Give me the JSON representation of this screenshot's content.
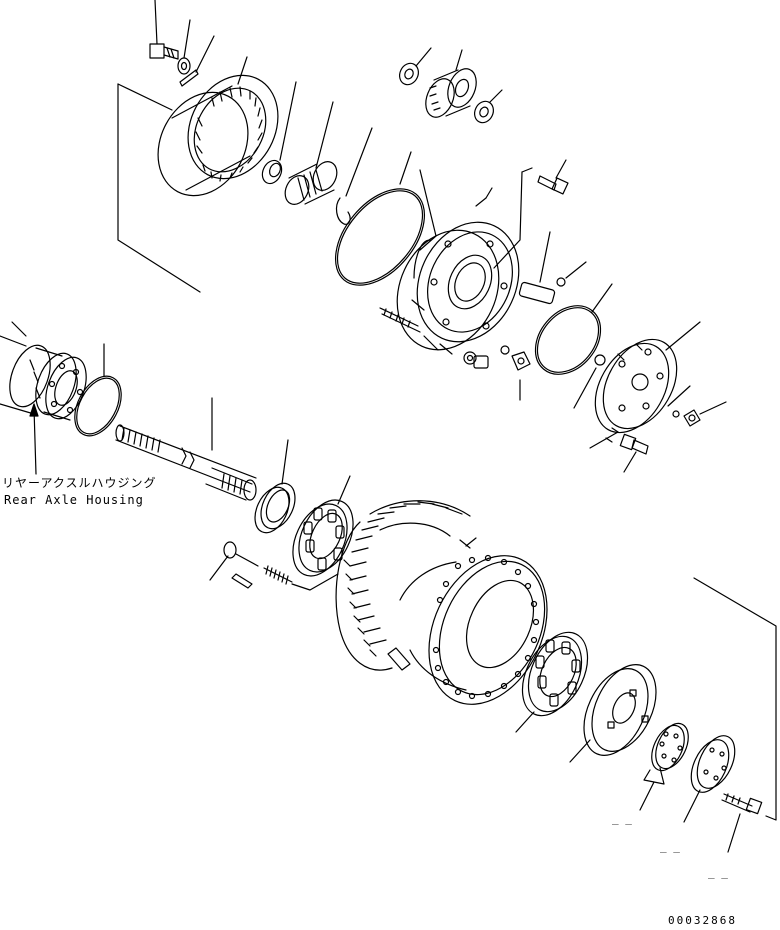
{
  "diagram": {
    "housing_label_jp": "リヤーアクスルハウジング",
    "housing_label_en": "Rear Axle Housing",
    "drawing_number": "00032868",
    "dash_marks": [
      "_ _",
      "_ _",
      "_ _"
    ]
  },
  "colors": {
    "ink": "#000000",
    "paper": "#ffffff"
  }
}
